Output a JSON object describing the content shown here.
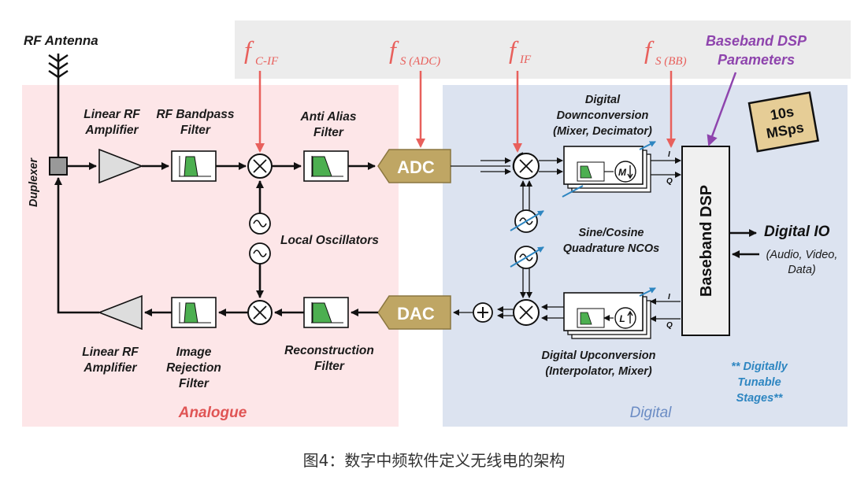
{
  "title": "图4：数字中频软件定义无线电的架构",
  "regions": {
    "analogue": "Analogue",
    "digital": "Digital"
  },
  "antenna": "RF Antenna",
  "duplexer": "Duplexer",
  "params": {
    "fcif_main": "f",
    "fcif_sub": "C-IF",
    "fsadc_main": "f",
    "fsadc_sub": "S (ADC)",
    "fif_main": "f",
    "fif_sub": "IF",
    "fsbb_main": "f",
    "fsbb_sub": "S (BB)",
    "baseband_params": [
      "Baseband DSP",
      "Parameters"
    ]
  },
  "sample_rate": [
    "10s",
    "MSps"
  ],
  "blocks": {
    "lna": [
      "Linear RF",
      "Amplifier"
    ],
    "bpf": [
      "RF Bandpass",
      "Filter"
    ],
    "aaf": [
      "Anti Alias",
      "Filter"
    ],
    "adc": "ADC",
    "dac": "DAC",
    "pa": [
      "Linear RF",
      "Amplifier"
    ],
    "irf": [
      "Image",
      "Rejection",
      "Filter"
    ],
    "recon": [
      "Reconstruction",
      "Filter"
    ],
    "lo": "Local Oscillators",
    "ddc": [
      "Digital",
      "Downconversion",
      "(Mixer, Decimator)"
    ],
    "nco": [
      "Sine/Cosine",
      "Quadrature NCOs"
    ],
    "duc": [
      "Digital Upconversion",
      "(Interpolator, Mixer)"
    ],
    "dsp": "Baseband DSP",
    "decim": "M",
    "interp": "L"
  },
  "io": {
    "label": "Digital IO",
    "detail": [
      "(Audio, Video,",
      "Data)"
    ]
  },
  "iq": {
    "i": "I",
    "q": "Q"
  },
  "tunable_note": [
    "** Digitally",
    "Tunable",
    "Stages**"
  ],
  "colors": {
    "analogue_bg": "#fde6e8",
    "digital_bg": "#dce3f0",
    "param_band": "#ececec",
    "converter": "#bfa664",
    "filter_fill": "#4caf50",
    "param_arrow": "#e8605c",
    "dsp_param": "#8e44ad",
    "tunable": "#2e86c1",
    "analogue_text": "#e05555",
    "digital_text": "#6b8cc4"
  }
}
